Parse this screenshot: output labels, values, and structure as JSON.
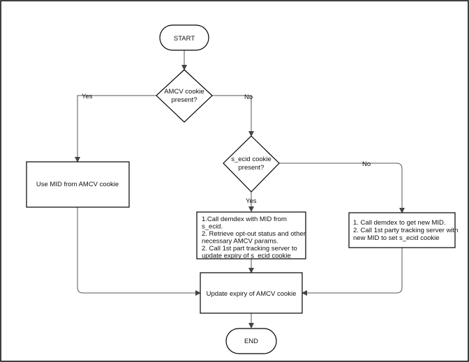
{
  "nodes": {
    "start": {
      "label": "START"
    },
    "amcv_decision": {
      "lines": [
        "AMCV cookie",
        "present?"
      ]
    },
    "use_mid": {
      "label": "Use MID from AMCV cookie"
    },
    "secid_decision": {
      "lines": [
        "s_ecid cookie",
        "present?"
      ]
    },
    "demdex_with_mid": {
      "lines": [
        "1.Call demdex with MID from",
        "s_ecid.",
        "2. Retrieve opt-out status and other",
        "necessary AMCV params.",
        "2. Call 1st part tracking server to",
        "update expiry of s_ecid cookie"
      ]
    },
    "demdex_new_mid": {
      "lines": [
        "1. Call demdex to get new MID.",
        "2. Call 1st party tracking server with",
        "new MID to set s_ecid cookie"
      ]
    },
    "update_expiry": {
      "label": "Update expiry of AMCV cookie"
    },
    "end": {
      "label": "END"
    }
  },
  "edges": {
    "amcv_yes": "Yes",
    "amcv_no": "No",
    "secid_yes": "Yes",
    "secid_no": "No"
  }
}
